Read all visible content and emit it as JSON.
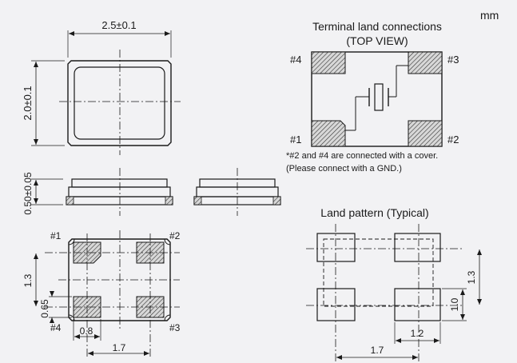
{
  "unit": "mm",
  "package_dimensions": {
    "length": "2.5±0.1",
    "width": "2.0±0.1",
    "height": "0.50±0.05"
  },
  "bottom_view": {
    "pad_labels": [
      "#1",
      "#2",
      "#3",
      "#4"
    ],
    "pitch_vertical": "1.3",
    "pad_height": "0.65",
    "pad_width": "0.8",
    "pitch_horizontal": "1.7"
  },
  "terminal_connections": {
    "title_line1": "Terminal land connections",
    "title_line2": "(TOP VIEW)",
    "labels": [
      "#1",
      "#2",
      "#3",
      "#4"
    ],
    "note_line1": "*#2 and #4 are connected with a cover.",
    "note_line2": "(Please connect with a GND.)"
  },
  "land_pattern": {
    "title": "Land pattern (Typical)",
    "pitch_vertical": "1.3",
    "pad_height": "1.0",
    "pad_width": "1.2",
    "pitch_horizontal": "1.7"
  },
  "colors": {
    "background": "#f2f2f4",
    "line": "#1a1a1a"
  }
}
